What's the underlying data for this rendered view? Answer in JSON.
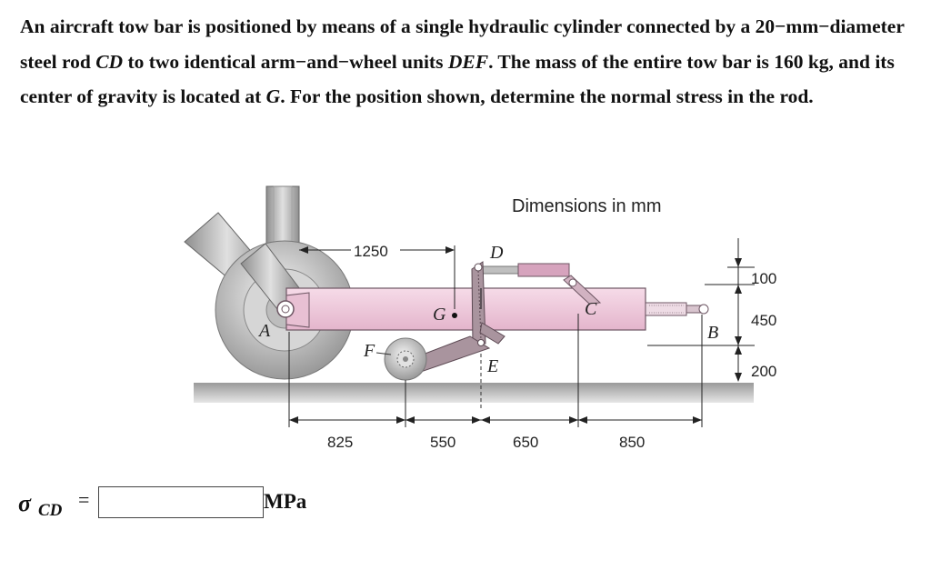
{
  "problem": {
    "s1": "An aircraft tow bar is positioned by means of a single hydraulic cylinder connected by a 20−mm−diameter steel rod ",
    "s2": "CD",
    "s3": " to two identical arm−and−wheel units ",
    "s4": "DEF",
    "s5": ". The mass of the entire tow bar is 160 kg, and its center of gravity is located at ",
    "s6": "G",
    "s7": ". For the position shown, determine the normal stress in the rod."
  },
  "figure": {
    "dimensions_note": "Dimensions in mm",
    "point_labels": {
      "A": "A",
      "B": "B",
      "C": "C",
      "D": "D",
      "E": "E",
      "F": "F",
      "G": "G"
    },
    "dim_top": "1250",
    "dims_bottom": [
      "825",
      "550",
      "650",
      "850"
    ],
    "dims_right": [
      "100",
      "450",
      "200"
    ],
    "colors": {
      "bar": "#f1c9dc",
      "bar_edge": "#6d5663",
      "arm": "#a9949e",
      "ground": "#b5b5b5",
      "wheel": "#c8c8c8",
      "cylinder": "#d6a3bd"
    }
  },
  "answer": {
    "symbol": "σ",
    "subscript": "CD",
    "equals": "=",
    "value": "",
    "unit": "MPa"
  }
}
